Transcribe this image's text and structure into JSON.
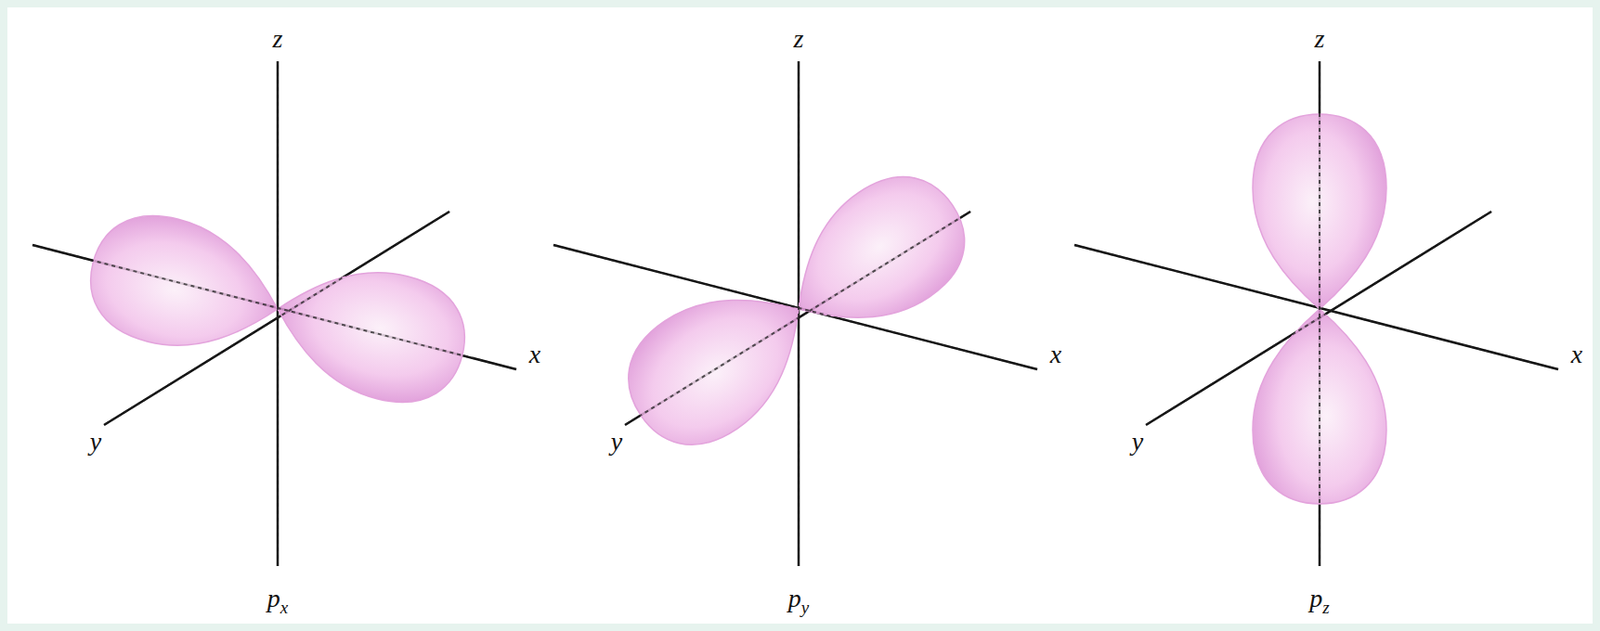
{
  "diagram": {
    "labels": [
      "z",
      "x",
      "y",
      "px",
      "z",
      "x",
      "y",
      "py",
      "z",
      "x",
      "y",
      "pz"
    ]
  }
}
